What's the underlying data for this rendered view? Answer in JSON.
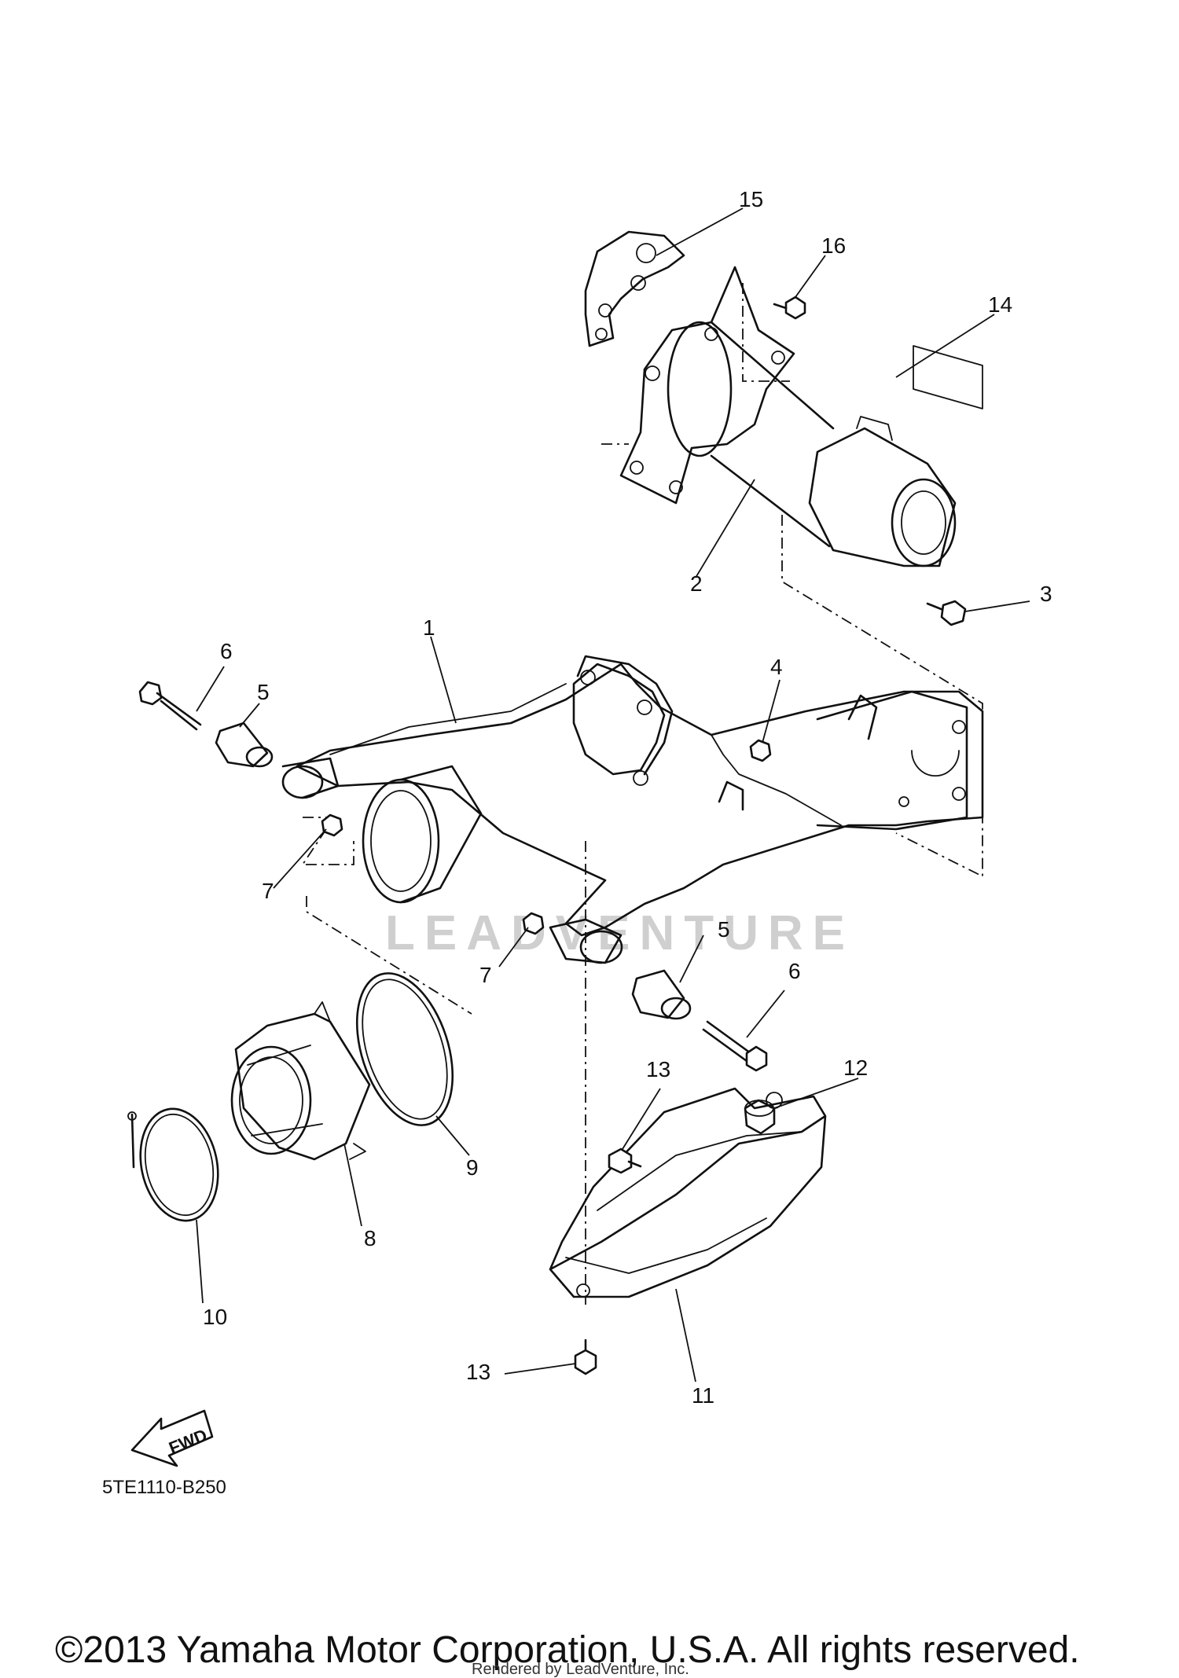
{
  "callouts": {
    "c1": "1",
    "c2": "2",
    "c3": "3",
    "c4": "4",
    "c5a": "5",
    "c5b": "5",
    "c6a": "6",
    "c6b": "6",
    "c7a": "7",
    "c7b": "7",
    "c8": "8",
    "c9": "9",
    "c10": "10",
    "c11": "11",
    "c12": "12",
    "c13a": "13",
    "c13b": "13",
    "c14": "14",
    "c15": "15",
    "c16": "16"
  },
  "fwd_label": "FWD",
  "part_code": "5TE1110-B250",
  "copyright": "©2013 Yamaha Motor Corporation, U.S.A. All rights reserved.",
  "render_credit": "Rendered by LeadVenture, Inc.",
  "watermark": "LEADVENTURE"
}
